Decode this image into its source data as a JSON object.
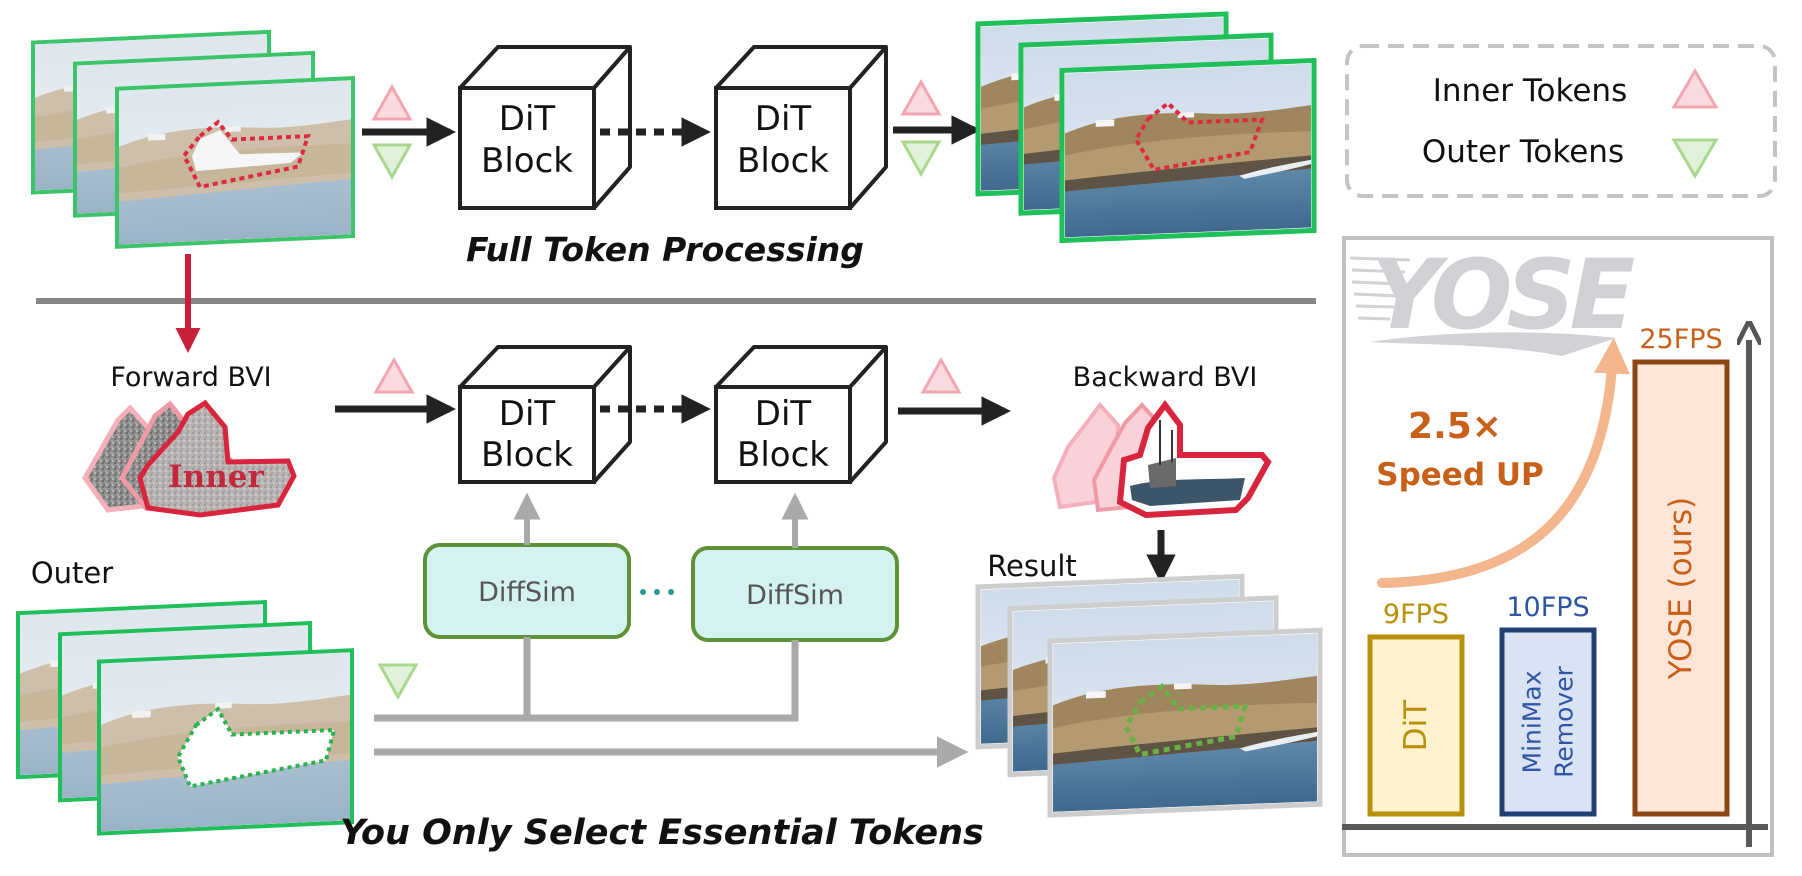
{
  "full_pipeline": {
    "caption": "Full Token Processing",
    "block_line1": "DiT",
    "block_line2": "Block"
  },
  "legend": {
    "inner_label": "Inner Tokens",
    "outer_label": "Outer Tokens",
    "inner_color": "#f4a6b0",
    "outer_color": "#a8d88c"
  },
  "yose_pipeline": {
    "caption": "You Only Select Essential Tokens",
    "forward_label": "Forward BVI",
    "inner_text": "Inner",
    "backward_label": "Backward BVI",
    "outer_label": "Outer",
    "result_label": "Result",
    "diffsim_label": "DiffSim",
    "block_line1": "DiT",
    "block_line2": "Block"
  },
  "speed_panel": {
    "logo": "YOSE",
    "speedup_value": "2.5×",
    "speedup_text": "Speed UP"
  },
  "chart_data": {
    "type": "bar",
    "title": "YOSE",
    "categories": [
      "DiT",
      "MiniMax Remover",
      "YOSE (ours)"
    ],
    "category_lines": [
      [
        "DiT"
      ],
      [
        "MiniMax",
        "Remover"
      ],
      [
        "YOSE (ours)"
      ]
    ],
    "values": [
      9,
      10,
      25
    ],
    "value_labels": [
      "9FPS",
      "10FPS",
      "25FPS"
    ],
    "unit": "FPS",
    "colors": [
      {
        "fill": "#fff3cf",
        "stroke": "#b8900a",
        "text": "#b8900a"
      },
      {
        "fill": "#dae3f3",
        "stroke": "#203f75",
        "text": "#2f55a4"
      },
      {
        "fill": "#fde6d8",
        "stroke": "#8b4513",
        "text": "#c8601a"
      }
    ],
    "annotation": "2.5× Speed UP",
    "xlabel": "",
    "ylabel": "",
    "ylim": [
      0,
      27
    ],
    "grid": false,
    "legend": "none"
  }
}
